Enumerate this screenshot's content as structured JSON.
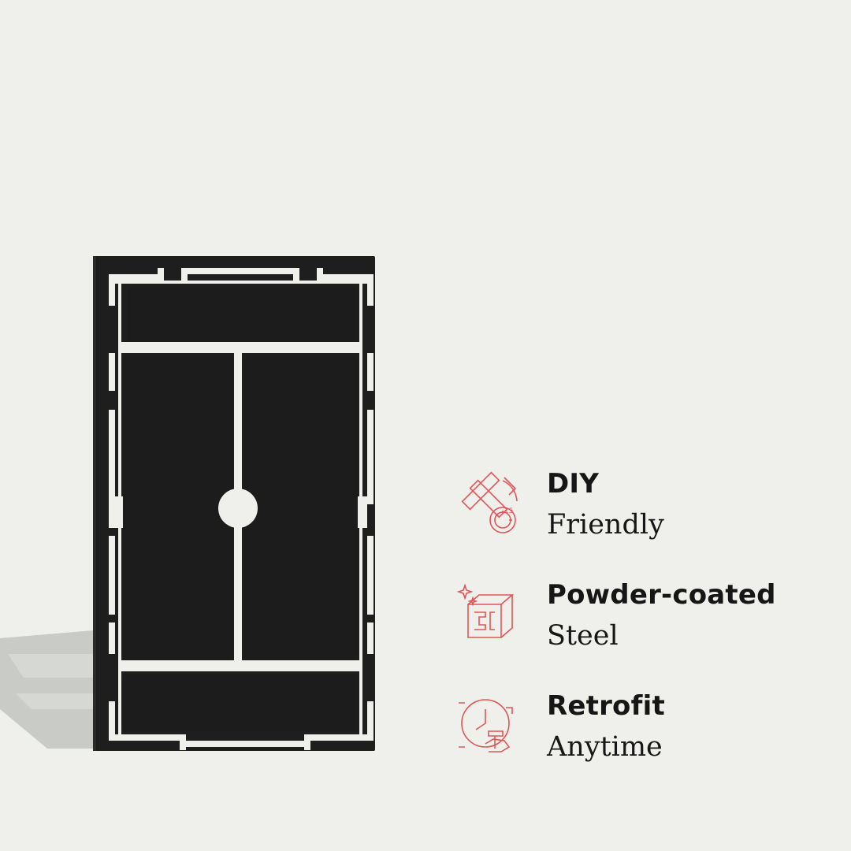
{
  "colors": {
    "background": "#eff0ec",
    "plate": "#1e1e1e",
    "accent": "#e05555",
    "text": "#161616"
  },
  "product": {
    "image": "black-powder-coated-steel-plate"
  },
  "features": [
    {
      "icon": "ruler-pencil-icon",
      "title": "DIY",
      "subtitle": "Friendly"
    },
    {
      "icon": "steel-cube-icon",
      "title": "Powder-coated",
      "subtitle": "Steel"
    },
    {
      "icon": "clock-hammer-icon",
      "title": "Retrofit",
      "subtitle": "Anytime"
    }
  ]
}
